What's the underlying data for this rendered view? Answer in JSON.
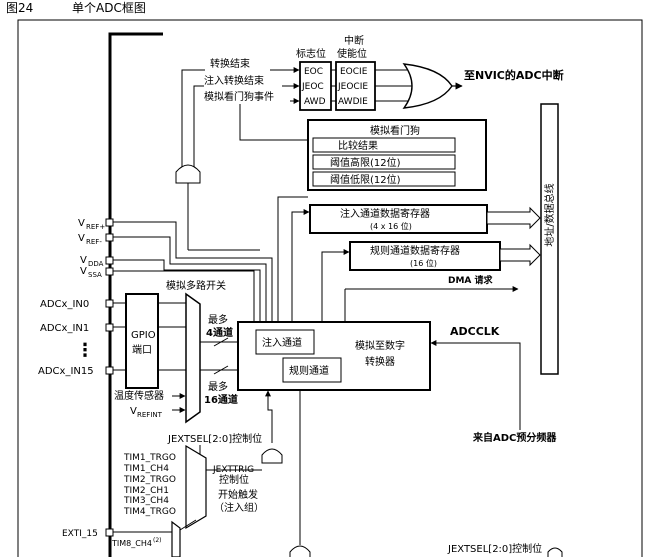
{
  "figure": {
    "number": "图24",
    "caption": "单个ADC框图"
  },
  "flags": {
    "column_title": "标志位",
    "items": [
      "EOC",
      "JEOC",
      "AWD"
    ],
    "event_labels": [
      "转换结束",
      "注入转换结束",
      "模拟看门狗事件"
    ]
  },
  "interrupt_enable": {
    "title_line1": "中断",
    "title_line2": "使能位",
    "items": [
      "EOCIE",
      "JEOCIE",
      "AWDIE"
    ],
    "output_label": "至NVIC的ADC中断"
  },
  "watchdog": {
    "title": "模拟看门狗",
    "rows": [
      "比较结果",
      "阈值高限(12位)",
      "阈值低限(12位)"
    ]
  },
  "injected_register": {
    "title": "注入通道数据寄存器",
    "size": "(4 x 16 位)"
  },
  "regular_register": {
    "title": "规则通道数据寄存器",
    "size": "(16 位)"
  },
  "address_bus": {
    "label": "地址/数据总线"
  },
  "dma_label": "DMA 请求",
  "pins": {
    "vref_plus": "V",
    "vref_plus_sub": "REF+",
    "vref_minus": "V",
    "vref_minus_sub": "REF-",
    "vdda": "V",
    "vdda_sub": "DDA",
    "vssa": "V",
    "vssa_sub": "SSA",
    "inputs": [
      "ADCx_IN0",
      "ADCx_IN1",
      "ADCx_IN15"
    ],
    "ellipsis": "⋮"
  },
  "gpio": {
    "line1": "GPIO",
    "line2": "端口"
  },
  "mux": {
    "title": "模拟多路开关",
    "inj_line1": "最多",
    "inj_line2": "4通道",
    "reg_line1": "最多",
    "reg_line2": "16通道"
  },
  "temp_sensor": "温度传感器",
  "vrefint": {
    "main": "V",
    "sub": "REFINT"
  },
  "converter": {
    "line1": "模拟至数字",
    "line2": "转换器",
    "injected_channel": "注入通道",
    "regular_channel": "规则通道"
  },
  "adcclk": "ADCCLK",
  "prescaler": "来自ADC预分频器",
  "jextsel": "JEXTSEL[2:0]控制位",
  "jexttrig_line1": "JEXTTRIG",
  "jexttrig_line2": "控制位",
  "trigger_sources": [
    "TIM1_TRGO",
    "TIM1_CH4",
    "TIM2_TRGO",
    "TIM2_CH1",
    "TIM3_CH4",
    "TIM4_TRGO"
  ],
  "start_trigger_line1": "开始触发",
  "start_trigger_line2": "（注入组）",
  "exti": "EXTI_15",
  "tim8": {
    "main": "TIM8_CH4",
    "sup": "(2)"
  },
  "bottom_partial": "JEXTSEL[2:0]控制位"
}
